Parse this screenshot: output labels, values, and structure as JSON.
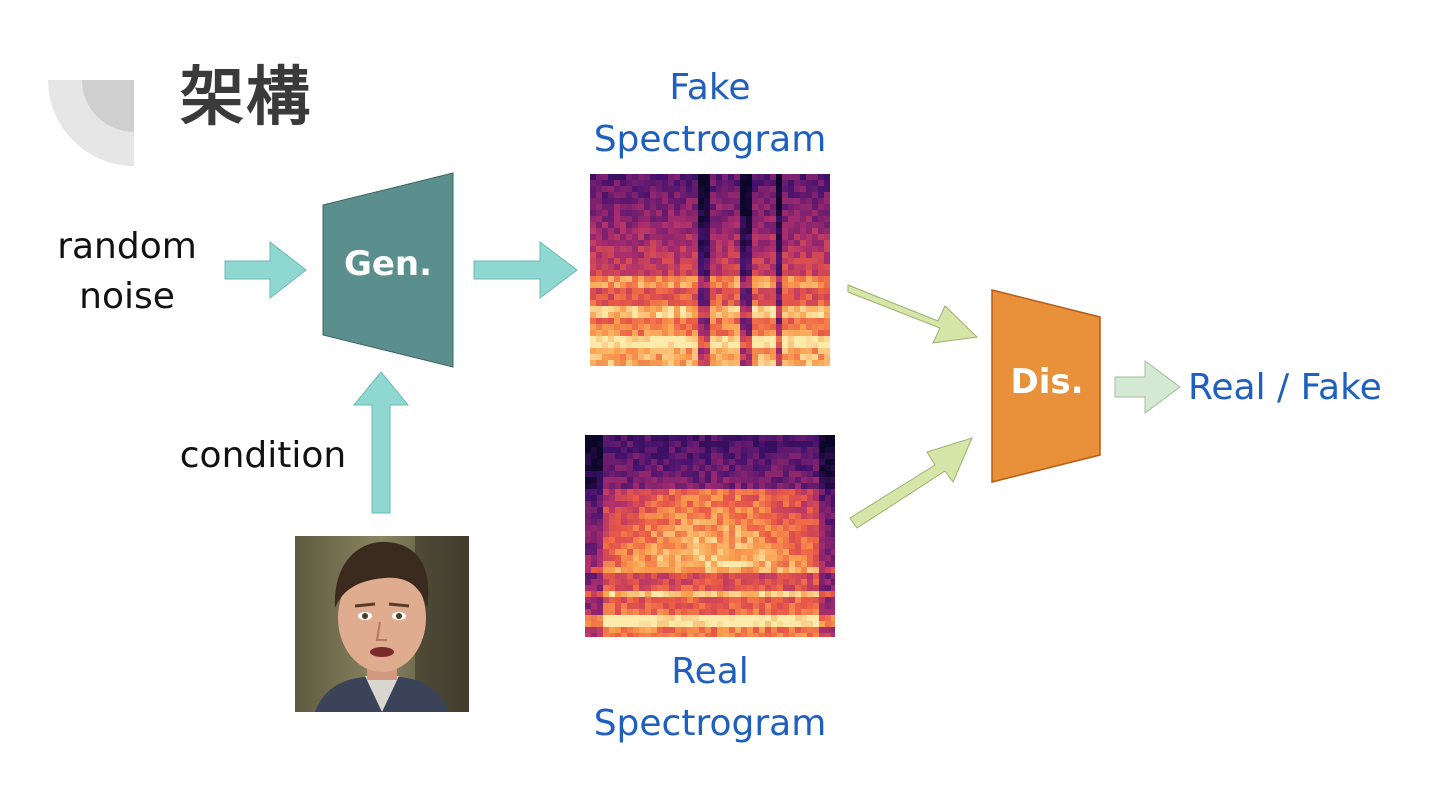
{
  "slide": {
    "title": "架構"
  },
  "inputs": {
    "noise_line1": "random",
    "noise_line2": "noise",
    "condition": "condition"
  },
  "generator": {
    "label": "Gen.",
    "color": "#5b8f8d"
  },
  "discriminator": {
    "label": "Dis.",
    "color": "#e8913a"
  },
  "spectrograms": {
    "fake_line1": "Fake",
    "fake_line2": "Spectrogram",
    "real_line1": "Real",
    "real_line2": "Spectrogram"
  },
  "output": {
    "label": "Real / Fake"
  },
  "colors": {
    "teal_arrow": "#8fd8d2",
    "green_arrow": "#d6e6a8",
    "light_green_arrow": "#d5e8d4",
    "blue_text": "#1f5fbf"
  }
}
